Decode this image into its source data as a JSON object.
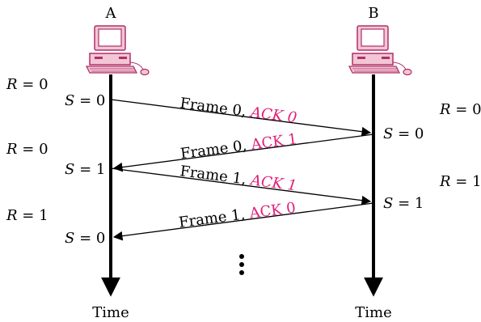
{
  "hosts": {
    "a_label": "A",
    "b_label": "B"
  },
  "left_r": [
    {
      "var": "R",
      "eq": " = 0"
    },
    {
      "var": "R",
      "eq": " = 0"
    },
    {
      "var": "R",
      "eq": " = 1"
    }
  ],
  "right_r": [
    {
      "var": "R",
      "eq": " = 0"
    },
    {
      "var": "R",
      "eq": " = 1"
    }
  ],
  "a_s": [
    {
      "var": "S",
      "eq": " = 0"
    },
    {
      "var": "S",
      "eq": " = 1"
    },
    {
      "var": "S",
      "eq": " = 0"
    }
  ],
  "b_s": [
    {
      "var": "S",
      "eq": " = 0"
    },
    {
      "var": "S",
      "eq": " = 1"
    }
  ],
  "messages": [
    {
      "frame": "Frame 0, ",
      "ack": "ACK 0",
      "direction": "A-to-B"
    },
    {
      "frame": "Frame 0, ",
      "ack": "ACK 1",
      "direction": "B-to-A"
    },
    {
      "frame": "Frame 1, ",
      "ack": "ACK 1",
      "direction": "A-to-B"
    },
    {
      "frame": "Frame 1, ",
      "ack": "ACK 0",
      "direction": "B-to-A"
    }
  ],
  "time_labels": {
    "a": "Time",
    "b": "Time"
  },
  "colors": {
    "ack": "#e0207a",
    "computer_body": "#f2c6d4",
    "computer_outline": "#b0306a"
  }
}
